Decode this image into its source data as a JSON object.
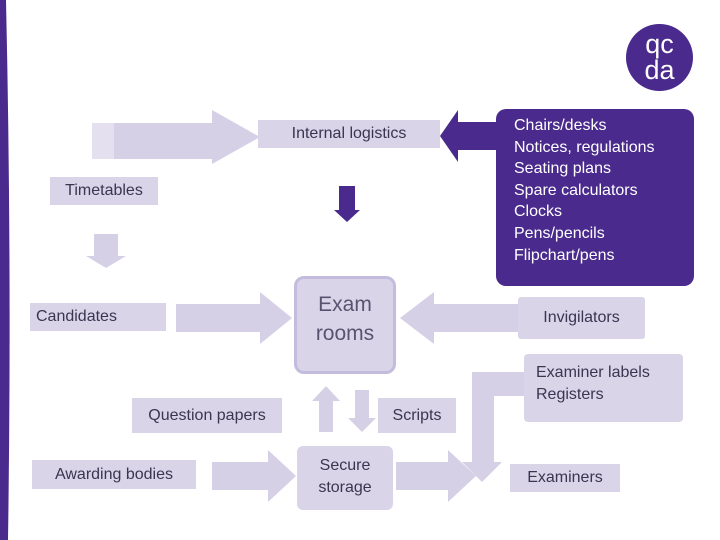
{
  "logo": {
    "text_top": "qc",
    "text_bottom": "da",
    "color": "#4a2a8c"
  },
  "nodes": {
    "internal_logistics": "Internal logistics",
    "timetables": "Timetables",
    "candidates": "Candidates",
    "exam_rooms": [
      "Exam",
      "rooms"
    ],
    "invigilators": "Invigilators",
    "question_papers": "Question papers",
    "scripts": "Scripts",
    "awarding_bodies": "Awarding bodies",
    "secure_storage": [
      "Secure",
      "storage"
    ],
    "examiner_labels": [
      "Examiner labels",
      "Registers"
    ],
    "examiners": "Examiners",
    "chairs_list": [
      "Chairs/desks",
      "Notices, regulations",
      "Seating plans",
      "Spare calculators",
      "Clocks",
      "Pens/pencils",
      "Flipchart/pens"
    ]
  },
  "colors": {
    "dark_purple": "#4a2a8c",
    "light_purple": "#d9d4e8",
    "arrow_light": "#d6d0e6"
  }
}
